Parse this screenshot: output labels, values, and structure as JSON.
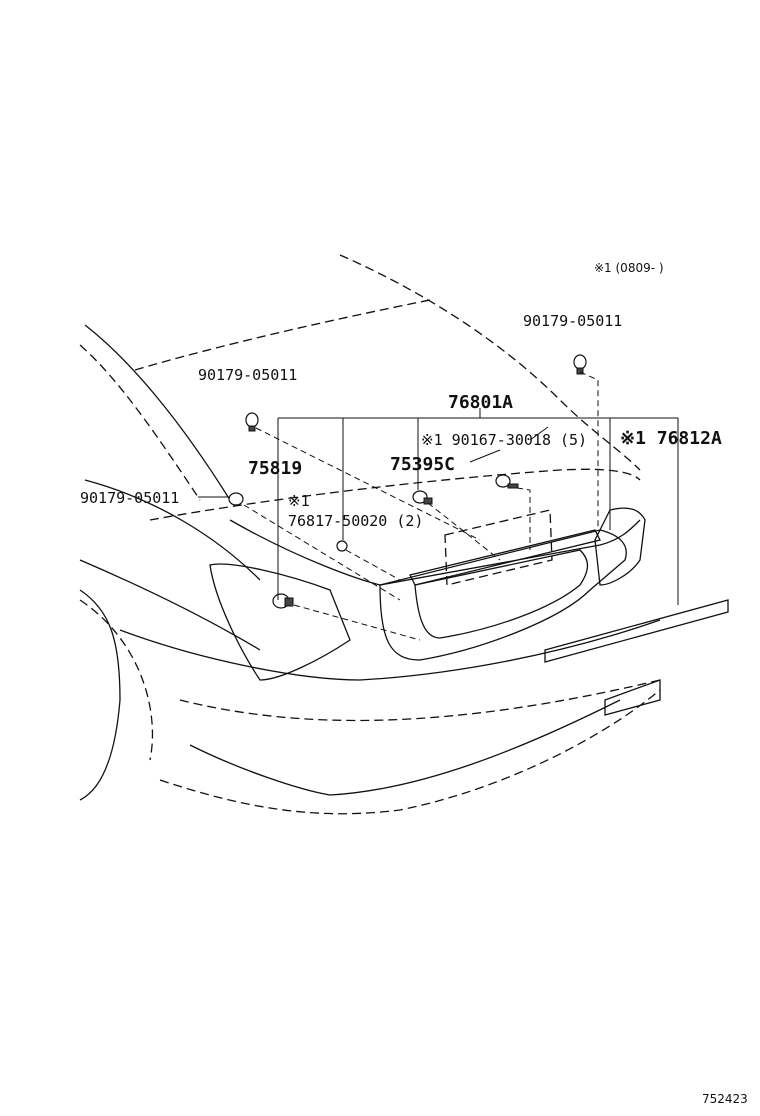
{
  "diagram": {
    "note": "※1 (0809-    )",
    "labels": {
      "clip_top_right": "90179-05011",
      "clip_top_left": "90179-05011",
      "clip_left": "90179-05011",
      "garnish_assy": "76801A",
      "screw_count": "※1 90167-30018 (5)",
      "spoiler": "※1 76812A",
      "emblem": "75819",
      "plate": "75395C",
      "nut_mark": "※1",
      "nut": "76817-50020 (2)"
    },
    "figure_number": "752423"
  }
}
